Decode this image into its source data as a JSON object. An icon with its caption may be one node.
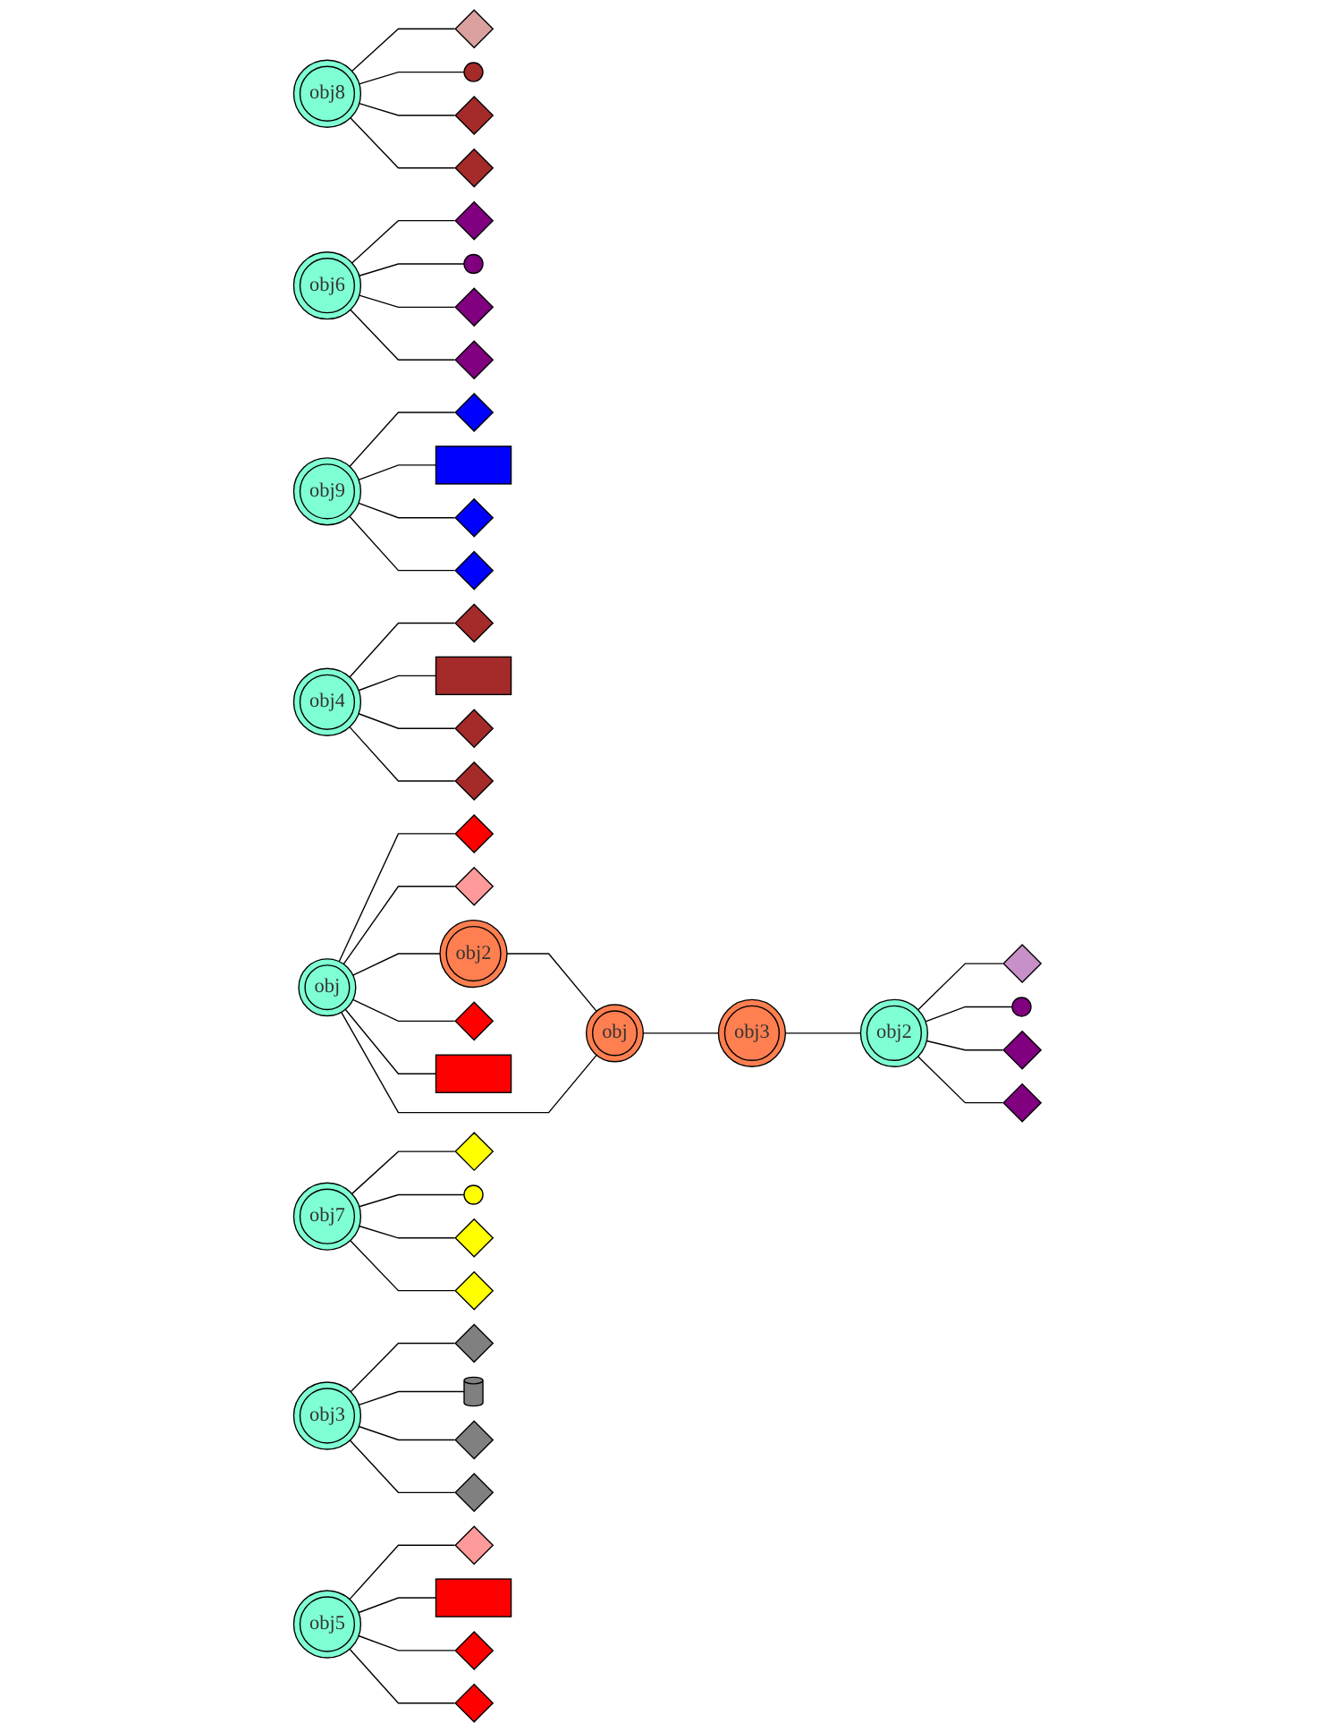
{
  "diagram": {
    "nodes": [
      {
        "text": [
          "obj8"
        ]
      },
      {
        "text": [],
        "shape": "diamond"
      },
      {
        "text": [],
        "shape": "circle"
      },
      {
        "text": [],
        "shape": "diamond"
      },
      {
        "text": [],
        "shape": "diamond"
      },
      {
        "text": [
          "obj6"
        ]
      },
      {
        "text": [],
        "shape": "diamond"
      },
      {
        "text": [],
        "shape": "circle"
      },
      {
        "text": [],
        "shape": "diamond"
      },
      {
        "text": [],
        "shape": "diamond"
      },
      {
        "text": [
          "obj9"
        ]
      },
      {
        "text": [],
        "shape": "diamond"
      },
      {
        "text": [],
        "shape": "box"
      },
      {
        "text": [],
        "shape": "diamond"
      },
      {
        "text": [],
        "shape": "diamond"
      },
      {
        "text": [
          "obj4"
        ]
      },
      {
        "text": [],
        "shape": "diamond"
      },
      {
        "text": [],
        "shape": "box"
      },
      {
        "text": [],
        "shape": "diamond"
      },
      {
        "text": [],
        "shape": "diamond"
      },
      {
        "text": [
          "obj"
        ]
      },
      {
        "text": [],
        "shape": "diamond"
      },
      {
        "text": [],
        "shape": "diamond"
      },
      {
        "text": [
          "obj2"
        ]
      },
      {
        "text": [],
        "shape": "diamond"
      },
      {
        "text": [],
        "shape": "box"
      },
      {
        "text": [
          "obj"
        ]
      },
      {
        "text": [
          "obj3"
        ]
      },
      {
        "text": [
          "obj2"
        ]
      },
      {
        "text": [],
        "shape": "diamond"
      },
      {
        "text": [],
        "shape": "circle"
      },
      {
        "text": [],
        "shape": "diamond"
      },
      {
        "text": [],
        "shape": "diamond"
      },
      {
        "text": [
          "obj7"
        ]
      },
      {
        "text": [],
        "shape": "diamond"
      },
      {
        "text": [],
        "shape": "circle"
      },
      {
        "text": [],
        "shape": "diamond"
      },
      {
        "text": [],
        "shape": "diamond"
      },
      {
        "text": [
          "obj3"
        ]
      },
      {
        "text": [],
        "shape": "diamond"
      },
      {
        "text": [],
        "shape": "cylinder"
      },
      {
        "text": [],
        "shape": "diamond"
      },
      {
        "text": [],
        "shape": "diamond"
      },
      {
        "text": [
          "obj5"
        ]
      },
      {
        "text": [],
        "shape": "diamond"
      },
      {
        "text": [],
        "shape": "box"
      },
      {
        "text": [],
        "shape": "diamond"
      },
      {
        "text": [],
        "shape": "diamond"
      }
    ],
    "edges": [
      {
        "from": 0,
        "to": 1,
        "arrow": "none"
      },
      {
        "from": 0,
        "to": 2,
        "arrow": "none"
      },
      {
        "from": 0,
        "to": 3,
        "arrow": "none"
      },
      {
        "from": 0,
        "to": 4,
        "arrow": "none"
      },
      {
        "from": 5,
        "to": 6,
        "arrow": "none"
      },
      {
        "from": 5,
        "to": 7,
        "arrow": "none"
      },
      {
        "from": 5,
        "to": 8,
        "arrow": "none"
      },
      {
        "from": 5,
        "to": 9,
        "arrow": "none"
      },
      {
        "from": 10,
        "to": 11,
        "arrow": "none"
      },
      {
        "from": 10,
        "to": 12,
        "arrow": "none"
      },
      {
        "from": 10,
        "to": 13,
        "arrow": "none"
      },
      {
        "from": 10,
        "to": 14,
        "arrow": "none"
      },
      {
        "from": 15,
        "to": 16,
        "arrow": "none"
      },
      {
        "from": 15,
        "to": 17,
        "arrow": "none"
      },
      {
        "from": 15,
        "to": 18,
        "arrow": "none"
      },
      {
        "from": 15,
        "to": 19,
        "arrow": "none"
      },
      {
        "from": 20,
        "to": 21,
        "arrow": "none"
      },
      {
        "from": 20,
        "to": 22,
        "arrow": "none"
      },
      {
        "from": 20,
        "to": 23,
        "arrow": "none"
      },
      {
        "from": 20,
        "to": 24,
        "arrow": "none"
      },
      {
        "from": 20,
        "to": 25,
        "arrow": "none"
      },
      {
        "from": 20,
        "to": 26,
        "arrow": "none"
      },
      {
        "from": 23,
        "to": 26,
        "arrow": "none"
      },
      {
        "from": 26,
        "to": 27,
        "arrow": "none"
      },
      {
        "from": 27,
        "to": 28,
        "arrow": "none"
      },
      {
        "from": 28,
        "to": 29,
        "arrow": "none"
      },
      {
        "from": 28,
        "to": 30,
        "arrow": "none"
      },
      {
        "from": 28,
        "to": 31,
        "arrow": "none"
      },
      {
        "from": 28,
        "to": 32,
        "arrow": "none"
      },
      {
        "from": 33,
        "to": 34,
        "arrow": "none"
      },
      {
        "from": 33,
        "to": 35,
        "arrow": "none"
      },
      {
        "from": 33,
        "to": 36,
        "arrow": "none"
      },
      {
        "from": 33,
        "to": 37,
        "arrow": "none"
      },
      {
        "from": 38,
        "to": 39,
        "arrow": "none"
      },
      {
        "from": 38,
        "to": 40,
        "arrow": "none"
      },
      {
        "from": 38,
        "to": 41,
        "arrow": "none"
      },
      {
        "from": 38,
        "to": 42,
        "arrow": "none"
      },
      {
        "from": 43,
        "to": 44,
        "arrow": "none"
      },
      {
        "from": 43,
        "to": 45,
        "arrow": "none"
      },
      {
        "from": 43,
        "to": 46,
        "arrow": "none"
      },
      {
        "from": 43,
        "to": 47,
        "arrow": "none"
      }
    ]
  }
}
